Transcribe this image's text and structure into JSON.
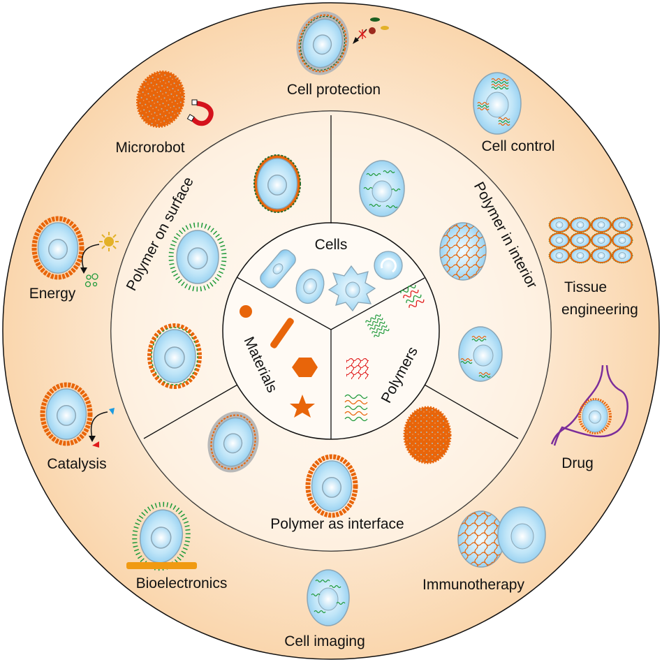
{
  "diagram": {
    "inner_ring": {
      "sectors": [
        {
          "id": "cells",
          "label": "Cells"
        },
        {
          "id": "materials",
          "label": "Materials"
        },
        {
          "id": "polymers",
          "label": "Polymers"
        }
      ]
    },
    "middle_ring": {
      "sectors": [
        {
          "id": "surface",
          "label": "Polymer on surface"
        },
        {
          "id": "interior",
          "label": "Polymer in interior"
        },
        {
          "id": "interface",
          "label": "Polymer as interface"
        }
      ]
    },
    "outer_ring": {
      "applications": [
        {
          "id": "cell-protection",
          "label": "Cell protection"
        },
        {
          "id": "cell-control",
          "label": "Cell control"
        },
        {
          "id": "tissue-engineering",
          "label_lines": [
            "Tissue",
            "engineering"
          ]
        },
        {
          "id": "drug",
          "label": "Drug"
        },
        {
          "id": "immunotherapy",
          "label": "Immunotherapy"
        },
        {
          "id": "cell-imaging",
          "label": "Cell imaging"
        },
        {
          "id": "bioelectronics",
          "label": "Bioelectronics"
        },
        {
          "id": "catalysis",
          "label": "Catalysis"
        },
        {
          "id": "energy",
          "label": "Energy"
        },
        {
          "id": "microrobot",
          "label": "Microrobot"
        }
      ]
    },
    "colors": {
      "ring_fill_outer": "#fbd9b4",
      "ring_fill_center": "#fffaf3",
      "cell_blue": "#9fd4f2",
      "cell_light": "#e8f6fd",
      "polymer_orange": "#e8650a",
      "polymer_green": "#1f9a3a",
      "polymer_red": "#e01b1b",
      "magnet_red": "#d4121c",
      "drug_vessel_purple": "#7b2d9a",
      "substrate_orange": "#f09a12",
      "sun_yellow": "#e3b128"
    }
  }
}
